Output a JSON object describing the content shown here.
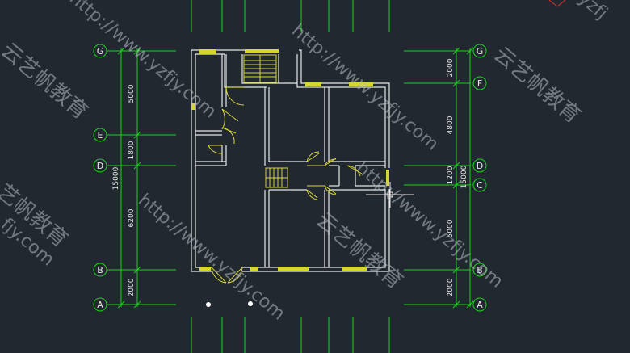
{
  "colors": {
    "background": "#212830",
    "grid": "#19d619",
    "wall": "#e8e8e8",
    "door": "#d6d632",
    "window": "#d6d632",
    "bubble_text": "#e8e8e8",
    "watermark": "#b8bcc2"
  },
  "axes_left": [
    {
      "label": "G"
    },
    {
      "label": "E"
    },
    {
      "label": "D"
    },
    {
      "label": "B"
    },
    {
      "label": "A"
    }
  ],
  "axes_right": [
    {
      "label": "G"
    },
    {
      "label": "F"
    },
    {
      "label": "D"
    },
    {
      "label": "C"
    },
    {
      "label": "B"
    },
    {
      "label": "A"
    }
  ],
  "dims_left": {
    "segments": [
      "5000",
      "1800",
      "6200",
      "2000"
    ],
    "total": "15000"
  },
  "dims_right": {
    "segments": [
      "2000",
      "4800",
      "1200",
      "5000",
      "2000"
    ],
    "total": "15000"
  },
  "watermark": {
    "url": "http://www.yzfjy.com",
    "brand": "云艺帆教育",
    "fragment_url": "fjy.com",
    "fragment_brand": "艺帆教育",
    "corner_url": "yzfj"
  }
}
